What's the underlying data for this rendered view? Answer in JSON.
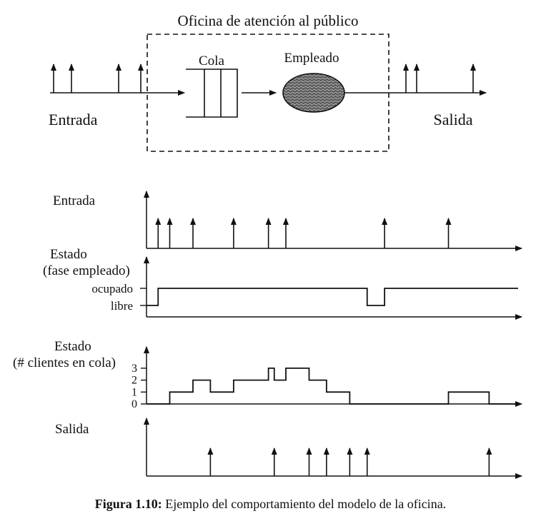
{
  "top": {
    "office_title": "Oficina de atención al público",
    "queue_label": "Cola",
    "employee_label": "Empleado",
    "input_label": "Entrada",
    "output_label": "Salida"
  },
  "timeline": {
    "input": {
      "title": "Entrada",
      "event_times": [
        1,
        2,
        4,
        7.5,
        10.5,
        12,
        20.5,
        26
      ]
    },
    "employee_state": {
      "title_line1": "Estado",
      "title_line2": "(fase empleado)",
      "levels": [
        "libre",
        "ocupado"
      ],
      "steps": [
        [
          0,
          0
        ],
        [
          1,
          1
        ],
        [
          19,
          0
        ],
        [
          20.5,
          1
        ],
        [
          32,
          1
        ]
      ]
    },
    "queue_state": {
      "title_line1": "Estado",
      "title_line2": "(# clientes en cola)",
      "ticks": [
        "0",
        "1",
        "2",
        "3"
      ],
      "steps": [
        [
          0,
          0
        ],
        [
          2,
          1
        ],
        [
          4,
          2
        ],
        [
          5.5,
          1
        ],
        [
          7.5,
          2
        ],
        [
          10.5,
          3
        ],
        [
          11,
          2
        ],
        [
          12,
          3
        ],
        [
          14,
          2
        ],
        [
          15.5,
          1
        ],
        [
          17.5,
          0
        ],
        [
          26,
          1
        ],
        [
          29.5,
          0
        ],
        [
          32,
          0
        ]
      ]
    },
    "output": {
      "title": "Salida",
      "event_times": [
        5.5,
        11,
        14,
        15.5,
        17.5,
        19,
        29.5
      ]
    }
  },
  "caption": {
    "label": "Figura 1.10:",
    "text": "Ejemplo del comportamiento del modelo de la oficina."
  }
}
